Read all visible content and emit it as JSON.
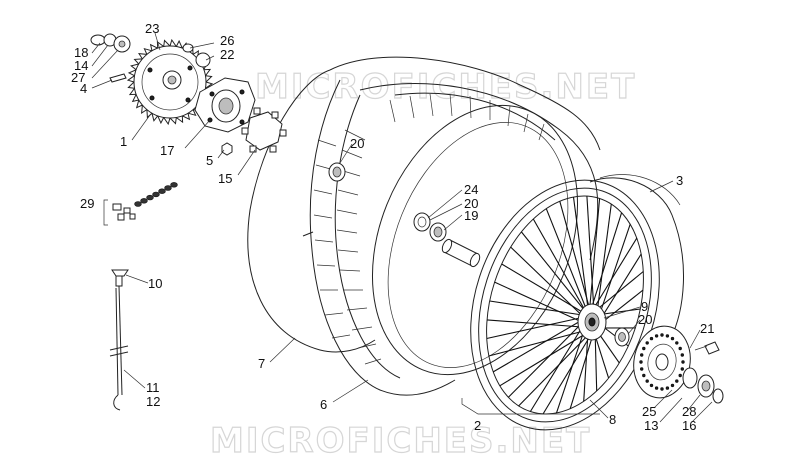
{
  "watermark": {
    "top": "MICROFICHES.NET",
    "bottom": "MICROFICHES.NET"
  },
  "callouts": [
    {
      "id": "c23",
      "text": "23"
    },
    {
      "id": "c18",
      "text": "18"
    },
    {
      "id": "c14",
      "text": "14"
    },
    {
      "id": "c27",
      "text": "27"
    },
    {
      "id": "c4",
      "text": "4"
    },
    {
      "id": "c26",
      "text": "26"
    },
    {
      "id": "c22",
      "text": "22"
    },
    {
      "id": "c1",
      "text": "1"
    },
    {
      "id": "c17",
      "text": "17"
    },
    {
      "id": "c5",
      "text": "5"
    },
    {
      "id": "c15",
      "text": "15"
    },
    {
      "id": "c20a",
      "text": "20"
    },
    {
      "id": "c24",
      "text": "24"
    },
    {
      "id": "c20b",
      "text": "20"
    },
    {
      "id": "c19",
      "text": "19"
    },
    {
      "id": "c3",
      "text": "3"
    },
    {
      "id": "c29",
      "text": "29"
    },
    {
      "id": "c10",
      "text": "10"
    },
    {
      "id": "c7",
      "text": "7"
    },
    {
      "id": "c6",
      "text": "6"
    },
    {
      "id": "c9",
      "text": "9"
    },
    {
      "id": "c20c",
      "text": "20"
    },
    {
      "id": "c21",
      "text": "21"
    },
    {
      "id": "c11",
      "text": "11"
    },
    {
      "id": "c12",
      "text": "12"
    },
    {
      "id": "c8",
      "text": "8"
    },
    {
      "id": "c2",
      "text": "2"
    },
    {
      "id": "c25",
      "text": "25"
    },
    {
      "id": "c28",
      "text": "28"
    },
    {
      "id": "c13",
      "text": "13"
    },
    {
      "id": "c16",
      "text": "16"
    }
  ]
}
